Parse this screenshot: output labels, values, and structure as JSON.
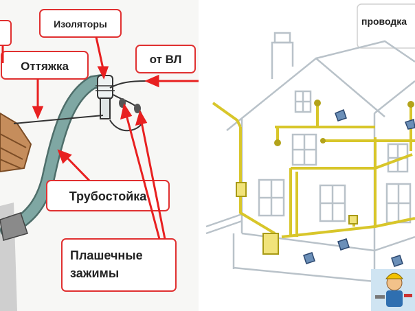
{
  "left_panel": {
    "labels": {
      "insulators": "Изоляторы",
      "guy_wire": "Оттяжка",
      "from_line": "от ВЛ",
      "riser": "Трубостойка",
      "clamps_line1": "Плашечные",
      "clamps_line2": "зажимы"
    }
  },
  "right_panel": {
    "caption": "проводка"
  },
  "colors": {
    "callout_border": "#e03030",
    "arrow": "#e82020",
    "riser_pipe": "#7fa7a3",
    "house_line": "#b9c2c9",
    "wiring": "#d8c62a",
    "wiring_dark": "#a89a14"
  },
  "icons": {
    "mascot": "electrician-mascot-icon"
  }
}
